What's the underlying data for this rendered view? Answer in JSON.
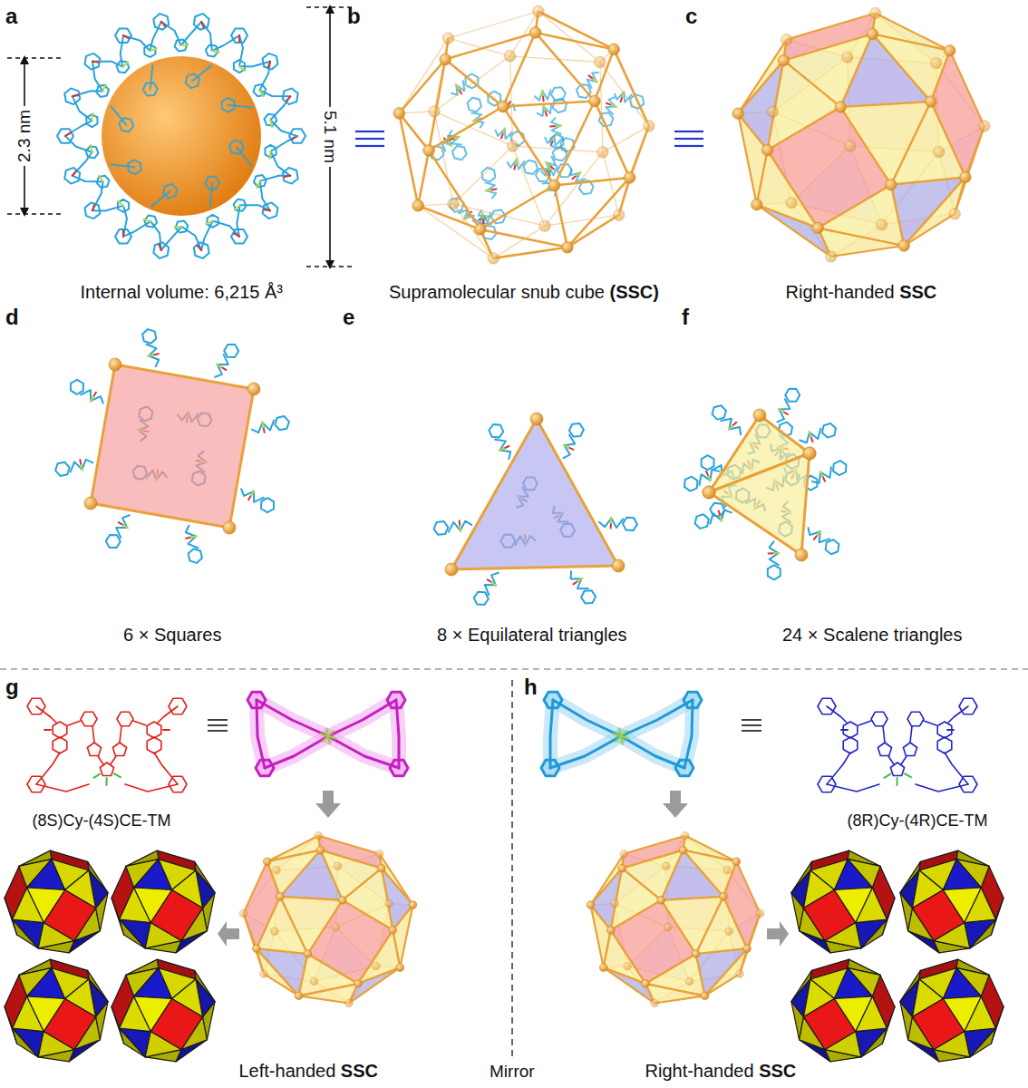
{
  "diagram": {
    "labels": [
      "a",
      "2.3 nm",
      "5.1 nm",
      "Internal volume: 6,215 Å³",
      "b",
      "Supramolecular snub cube (SSC)",
      "c",
      "Right-handed SSC",
      "d",
      "e",
      "f",
      "6 × Squares",
      "8 × Equilateral triangles",
      "24 × Scalene triangles",
      "g",
      "(8S)Cy-(4S)CE-TM",
      "h",
      "(8R)Cy-(4R)CE-TM",
      "Left-handed SSC",
      "Mirror",
      "Right-handed SSC"
    ]
  }
}
